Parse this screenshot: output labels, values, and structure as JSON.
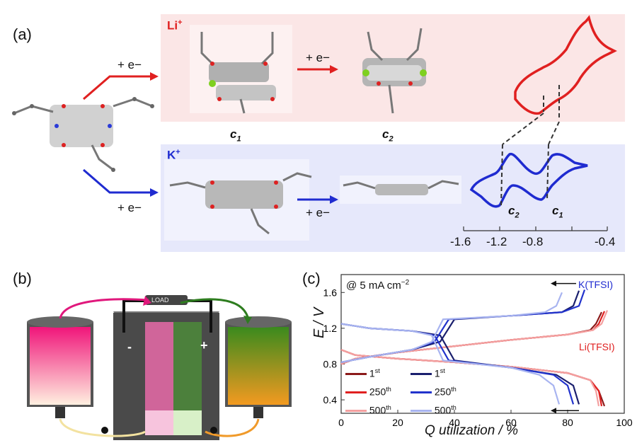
{
  "panels": {
    "a": {
      "letter": "(a)",
      "li_label": "Li",
      "li_sup": "+",
      "k_label": "K",
      "k_sup": "+",
      "electron": "+ e−",
      "c1": "c",
      "c1_sub": "1",
      "c2": "c",
      "c2_sub": "2",
      "cv_axis_ticks": [
        "-1.6",
        "-1.2",
        "-0.8",
        "-0.4"
      ],
      "colors": {
        "li": "#e02020",
        "k": "#1f2bd0",
        "li_bg": "#fbe6e6",
        "k_bg": "#e6e8fb"
      }
    },
    "b": {
      "letter": "(b)",
      "load_label": "LOAD",
      "minus": "-",
      "plus": "+",
      "colors": {
        "anolyte": "#e2186f",
        "catholyte": "#2e7d1f",
        "pump_left": "#f3e2a0",
        "pump_right": "#f09a2a"
      }
    },
    "c": {
      "letter": "(c)",
      "condition": "@ 5 mA cm",
      "condition_sup": "−2",
      "k_tag": "K(TFSI)",
      "li_tag": "Li(TFSI)"
    }
  },
  "chart_data": {
    "type": "line",
    "title": "",
    "xlabel": "Q utilization / %",
    "ylabel": "E / V",
    "xlim": [
      0,
      100
    ],
    "ylim": [
      0.25,
      1.8
    ],
    "xticks": [
      "0",
      "20",
      "40",
      "60",
      "80",
      "100"
    ],
    "yticks": [
      "0.4",
      "0.8",
      "1.2",
      "1.6"
    ],
    "legend": {
      "position": "bottom-left",
      "li_entries": [
        {
          "label": "1",
          "sup": "st",
          "color": "#8b1a1a"
        },
        {
          "label": "250",
          "sup": "th",
          "color": "#e02020"
        },
        {
          "label": "500",
          "sup": "th",
          "color": "#f4a0a0"
        }
      ],
      "k_entries": [
        {
          "label": "1",
          "sup": "st",
          "color": "#1a1f6e"
        },
        {
          "label": "250",
          "sup": "th",
          "color": "#2233cc"
        },
        {
          "label": "500",
          "sup": "th",
          "color": "#a8b4f0"
        }
      ]
    },
    "series": [
      {
        "cycle": "1st",
        "electrolyte": "Li(TFSI)",
        "color": "#8b1a1a",
        "charge": {
          "x": [
            0,
            5,
            20,
            40,
            60,
            80,
            88,
            90,
            92
          ],
          "y": [
            0.8,
            0.86,
            0.93,
            1.0,
            1.07,
            1.13,
            1.18,
            1.25,
            1.38
          ]
        },
        "discharge": {
          "x": [
            0,
            5,
            20,
            40,
            60,
            80,
            88,
            91,
            93
          ],
          "y": [
            0.96,
            0.9,
            0.86,
            0.82,
            0.77,
            0.7,
            0.62,
            0.5,
            0.33
          ]
        }
      },
      {
        "cycle": "250th",
        "electrolyte": "Li(TFSI)",
        "color": "#e02020",
        "charge": {
          "x": [
            0,
            5,
            20,
            40,
            60,
            80,
            89,
            91,
            93
          ],
          "y": [
            0.8,
            0.86,
            0.93,
            1.0,
            1.07,
            1.13,
            1.18,
            1.25,
            1.39
          ]
        },
        "discharge": {
          "x": [
            0,
            5,
            20,
            40,
            60,
            80,
            88,
            91,
            92
          ],
          "y": [
            0.96,
            0.9,
            0.86,
            0.82,
            0.77,
            0.7,
            0.62,
            0.5,
            0.33
          ]
        }
      },
      {
        "cycle": "500th",
        "electrolyte": "Li(TFSI)",
        "color": "#f4a0a0",
        "charge": {
          "x": [
            0,
            5,
            20,
            40,
            60,
            80,
            89,
            92,
            94
          ],
          "y": [
            0.8,
            0.86,
            0.93,
            1.0,
            1.07,
            1.13,
            1.18,
            1.25,
            1.4
          ]
        },
        "discharge": {
          "x": [
            0,
            5,
            20,
            40,
            60,
            80,
            88,
            90,
            91
          ],
          "y": [
            0.96,
            0.9,
            0.86,
            0.82,
            0.77,
            0.7,
            0.62,
            0.5,
            0.33
          ]
        }
      },
      {
        "cycle": "1st",
        "electrolyte": "K(TFSI)",
        "color": "#1a1f6e",
        "charge": {
          "x": [
            0,
            10,
            25,
            35,
            40,
            60,
            78,
            82,
            84
          ],
          "y": [
            0.82,
            0.88,
            0.96,
            1.05,
            1.3,
            1.34,
            1.38,
            1.45,
            1.62
          ]
        },
        "discharge": {
          "x": [
            0,
            10,
            25,
            35,
            40,
            60,
            76,
            82,
            84
          ],
          "y": [
            1.25,
            1.2,
            1.17,
            1.12,
            0.84,
            0.76,
            0.68,
            0.56,
            0.35
          ]
        }
      },
      {
        "cycle": "250th",
        "electrolyte": "K(TFSI)",
        "color": "#2233cc",
        "charge": {
          "x": [
            0,
            10,
            25,
            33,
            38,
            60,
            78,
            84,
            86
          ],
          "y": [
            0.82,
            0.88,
            0.96,
            1.05,
            1.3,
            1.34,
            1.38,
            1.45,
            1.63
          ]
        },
        "discharge": {
          "x": [
            0,
            10,
            25,
            33,
            38,
            60,
            75,
            80,
            82
          ],
          "y": [
            1.25,
            1.2,
            1.17,
            1.12,
            0.84,
            0.76,
            0.68,
            0.56,
            0.35
          ]
        }
      },
      {
        "cycle": "500th",
        "electrolyte": "K(TFSI)",
        "color": "#a8b4f0",
        "charge": {
          "x": [
            0,
            10,
            25,
            32,
            36,
            60,
            72,
            76,
            78
          ],
          "y": [
            0.82,
            0.88,
            0.96,
            1.05,
            1.3,
            1.34,
            1.38,
            1.45,
            1.6
          ]
        },
        "discharge": {
          "x": [
            0,
            10,
            25,
            32,
            36,
            60,
            70,
            75,
            77
          ],
          "y": [
            1.25,
            1.2,
            1.17,
            1.12,
            0.84,
            0.76,
            0.68,
            0.56,
            0.35
          ]
        }
      }
    ]
  }
}
